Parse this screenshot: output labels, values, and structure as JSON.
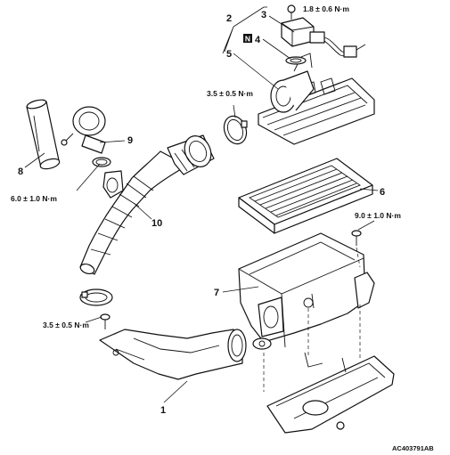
{
  "labels": {
    "p1": "1",
    "p2": "2",
    "p3": "3",
    "p4": "4",
    "p5": "5",
    "p6": "6",
    "p7": "7",
    "p8": "8",
    "p9": "9",
    "p10": "10",
    "n_mark": "N"
  },
  "torques": {
    "t_sensor": "1.8 ± 0.6 N·m",
    "t_clamp_upper": "3.5 ± 0.5 N·m",
    "t_valve": "6.0 ± 1.0 N·m",
    "t_bracket": "9.0 ± 1.0 N·m",
    "t_clamp_lower": "3.5 ± 0.5 N·m"
  },
  "figure_code": "AC403791AB"
}
